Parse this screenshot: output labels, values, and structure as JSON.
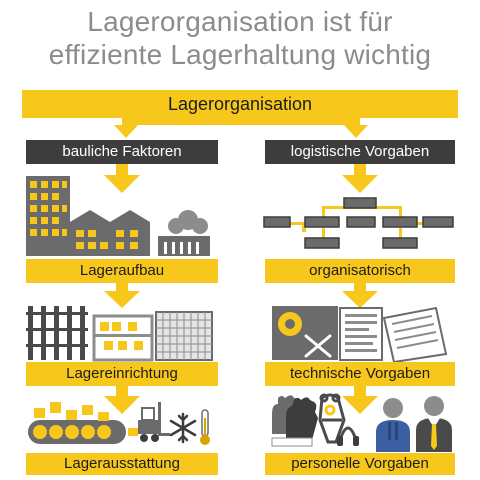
{
  "title": {
    "line1": "Lagerorganisation ist für",
    "line2": "effiziente Lagerhaltung wichtig"
  },
  "top_box": "Lagerorganisation",
  "left": {
    "header": "bauliche Faktoren",
    "steps": [
      "Lageraufbau",
      "Lagereinrichtung",
      "Lagerausstattung"
    ]
  },
  "right": {
    "header": "logistische Vorgaben",
    "steps": [
      "organisatorisch",
      "technische Vorgaben",
      "personelle Vorgaben"
    ]
  },
  "colors": {
    "yellow": "#f7c81b",
    "dark": "#3d3d3d",
    "gray": "#8c8c8c",
    "icon_gray": "#6b6b6b"
  }
}
